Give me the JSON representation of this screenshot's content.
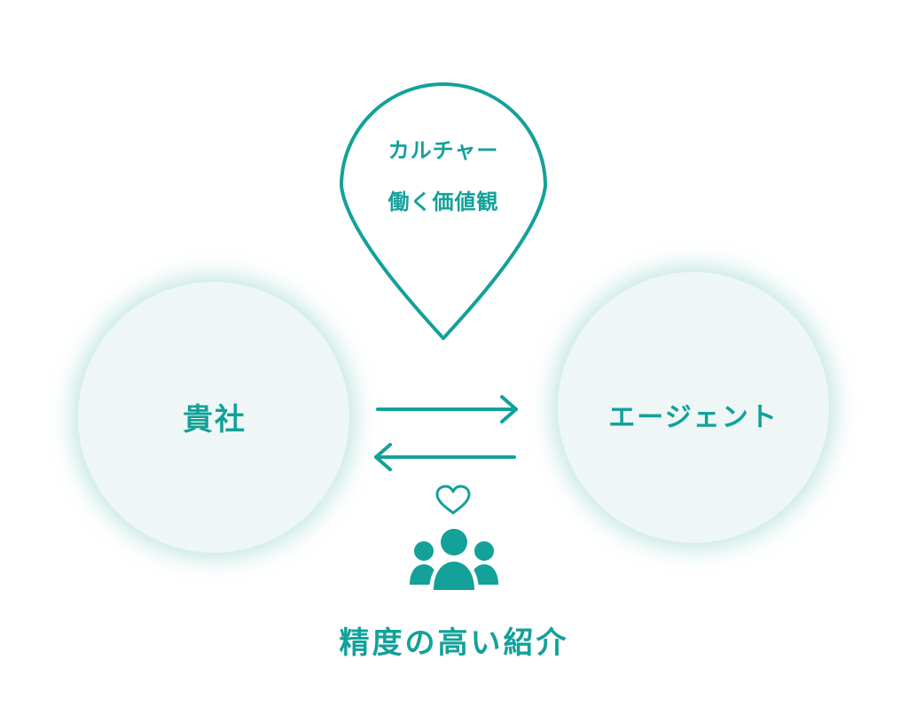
{
  "pin": {
    "line1": "カルチャー",
    "line2": "働く価値観"
  },
  "nodes": {
    "company": "貴社",
    "agent": "エージェント"
  },
  "caption": "精度の高い紹介",
  "icons": {
    "pin": "location-pin-icon",
    "arrows": "bidirectional-arrows-icon",
    "heart": "heart-icon",
    "people": "people-group-icon"
  },
  "colors": {
    "accent": "#13a199",
    "circle_fill": "#eef6f6",
    "glow": "#4ab4aa"
  }
}
